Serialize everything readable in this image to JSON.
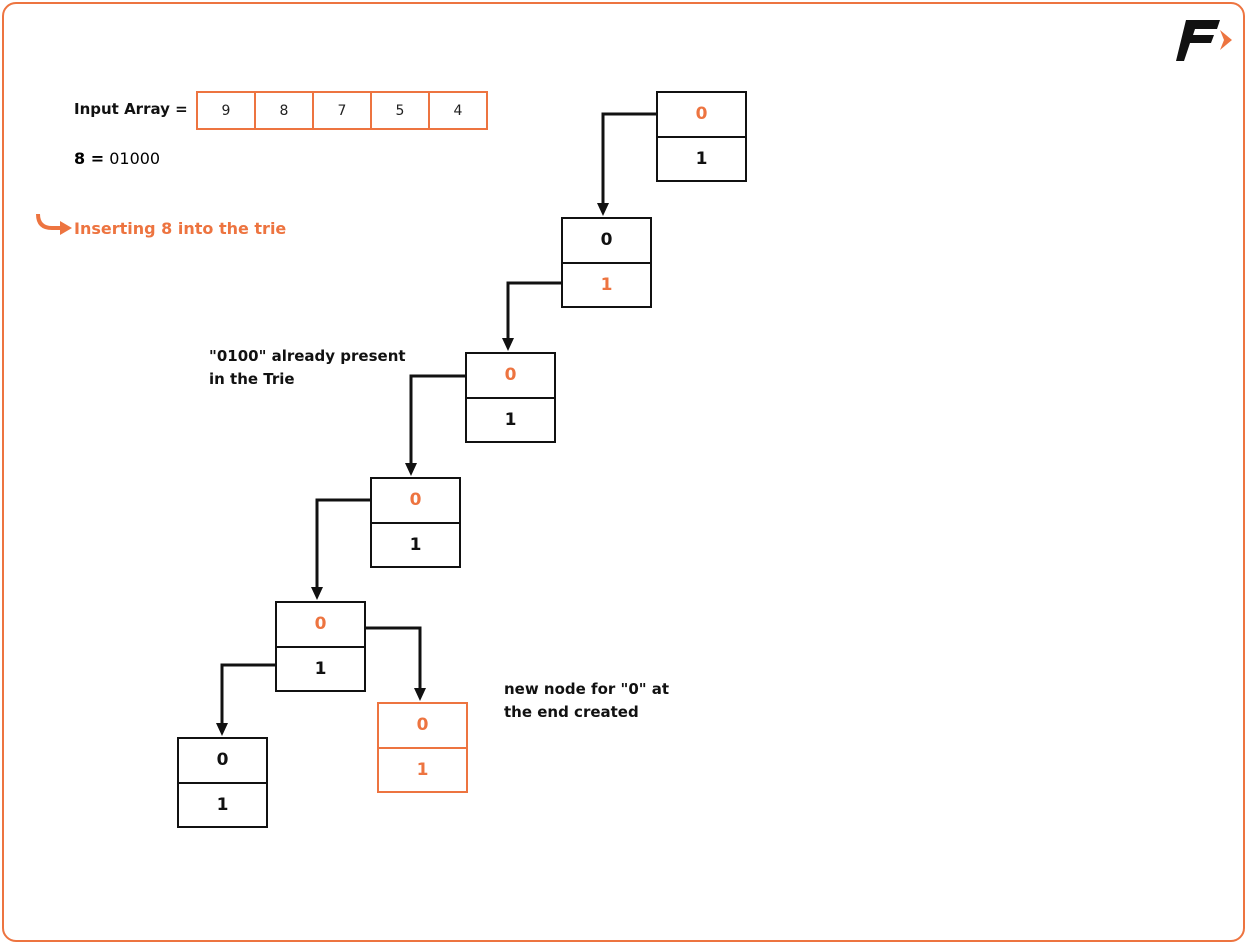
{
  "accent": "#ed7440",
  "logo": {
    "text": "F"
  },
  "input_label": "Input Array =",
  "input_array": [
    "9",
    "8",
    "7",
    "5",
    "4"
  ],
  "binary": {
    "key": "8 =",
    "value": "01000"
  },
  "step_title": "Inserting 8 into the trie",
  "annotations": {
    "present_line1": "\"0100\" already present",
    "present_line2": "in the Trie",
    "new_line1": "new node for \"0\" at",
    "new_line2": "the end created"
  },
  "nodes": [
    {
      "top": "0",
      "bottom": "1"
    },
    {
      "top": "0",
      "bottom": "1"
    },
    {
      "top": "0",
      "bottom": "1"
    },
    {
      "top": "0",
      "bottom": "1"
    },
    {
      "top": "0",
      "bottom": "1"
    },
    {
      "top": "0",
      "bottom": "1"
    },
    {
      "top": "0",
      "bottom": "1"
    }
  ]
}
